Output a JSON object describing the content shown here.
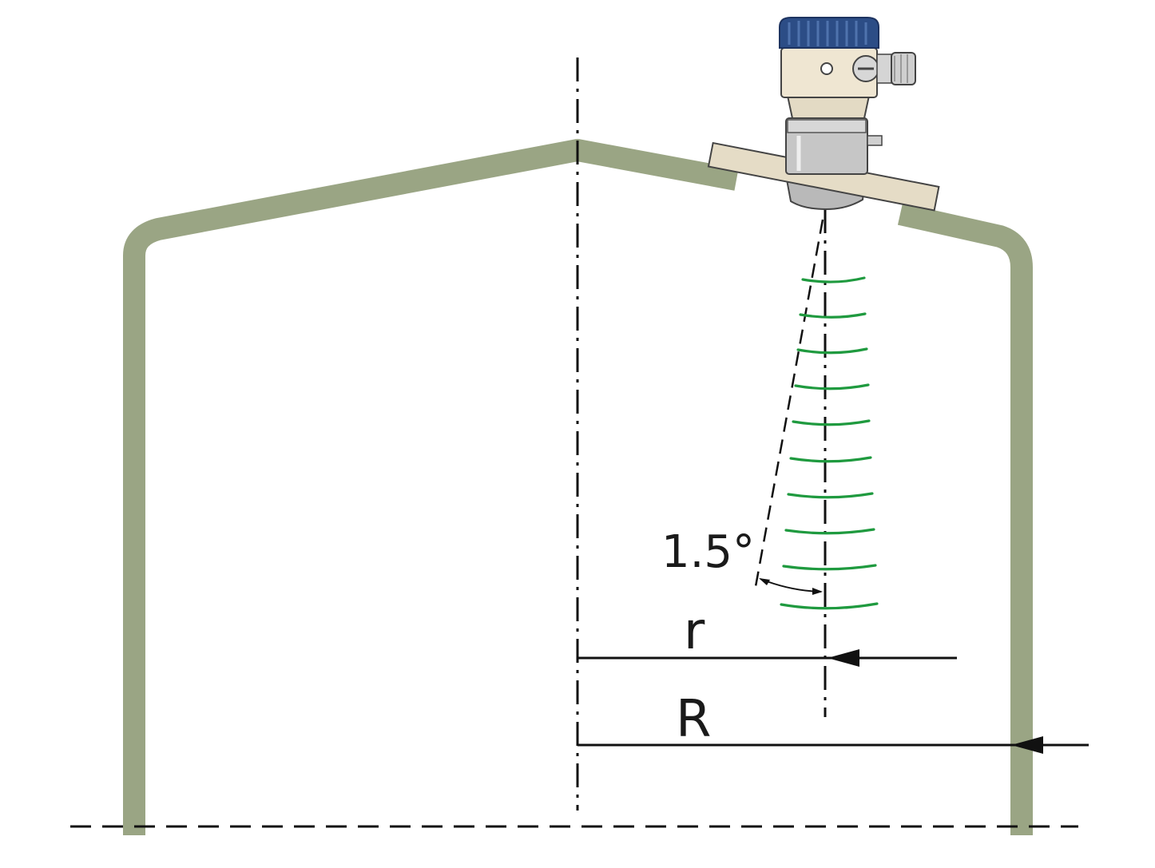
{
  "diagram": {
    "angle_label": "1.5°",
    "small_radius_label": "r",
    "large_radius_label": "R"
  },
  "colors": {
    "tank_wall": "#9aa584",
    "wave": "#1f9a3f",
    "line": "#111111",
    "flange": "#e5dcc6",
    "housing_cap": "#2c4d86",
    "housing_body": "#efe6d2",
    "antenna_body": "#c6c6c6"
  }
}
